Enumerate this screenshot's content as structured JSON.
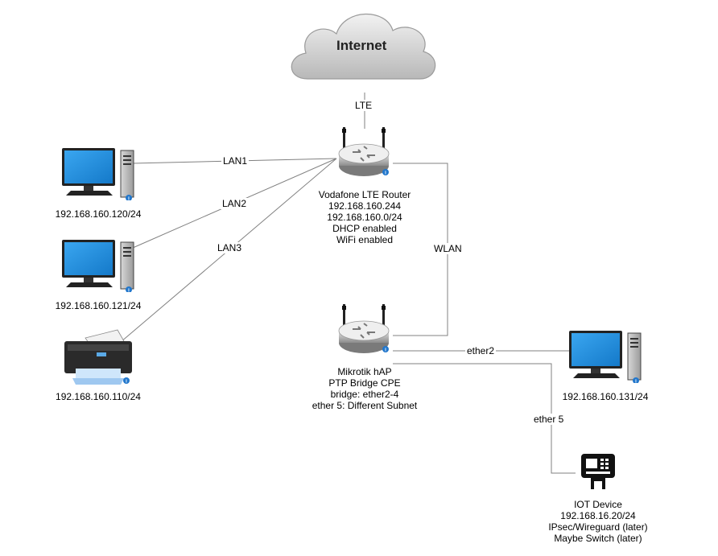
{
  "cloud": {
    "label": "Internet"
  },
  "router": {
    "lines": [
      "Vodafone LTE Router",
      "192.168.160.244",
      "192.168.160.0/24",
      "DHCP enabled",
      "WiFi enabled"
    ]
  },
  "mikrotik": {
    "lines": [
      "Mikrotik hAP",
      "PTP Bridge CPE",
      "bridge: ether2-4",
      "ether 5: Different Subnet"
    ]
  },
  "pc1": {
    "label": "192.168.160.120/24"
  },
  "pc2": {
    "label": "192.168.160.121/24"
  },
  "printer": {
    "label": "192.168.160.110/24"
  },
  "pc3": {
    "label": "192.168.160.131/24"
  },
  "iot": {
    "lines": [
      "IOT Device",
      "192.168.16.20/24",
      "IPsec/Wireguard (later)",
      "Maybe Switch (later)"
    ]
  },
  "edges": {
    "lte": "LTE",
    "lan1": "LAN1",
    "lan2": "LAN2",
    "lan3": "LAN3",
    "wlan": "WLAN",
    "ether2": "ether2",
    "ether5": "ether 5"
  },
  "colors": {
    "screen": "#1e90e6",
    "line": "#808080",
    "cloud": "#d6d6d6"
  }
}
